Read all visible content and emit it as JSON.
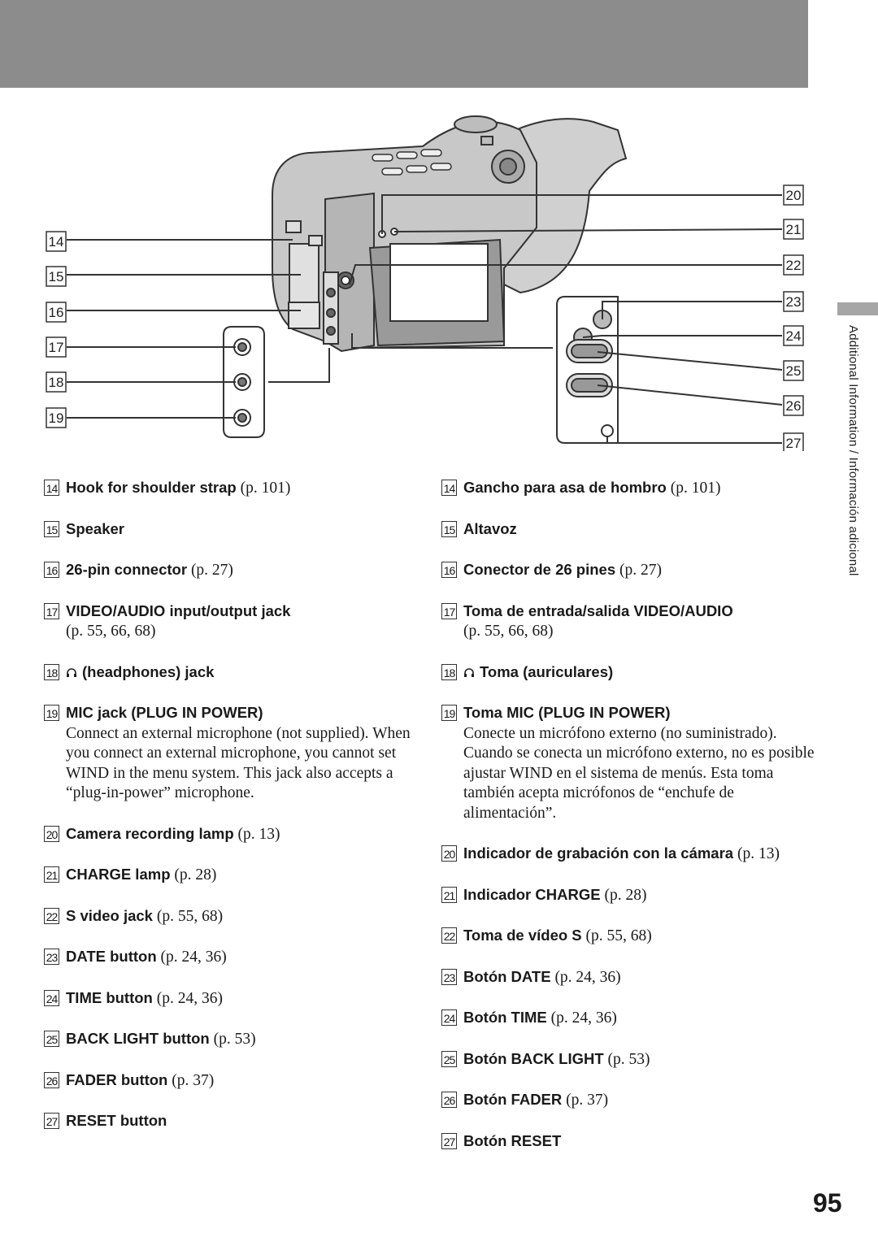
{
  "page": {
    "number": "95",
    "side_section": "Additional Information / Información adicional"
  },
  "diagram": {
    "callouts_left": [
      "14",
      "15",
      "16",
      "17",
      "18",
      "19"
    ],
    "callouts_right": [
      "20",
      "21",
      "22",
      "23",
      "24",
      "25",
      "26",
      "27"
    ]
  },
  "english": [
    {
      "num": "14",
      "head": "Hook for shoulder strap",
      "ref": " (p. 101)"
    },
    {
      "num": "15",
      "head": "Speaker",
      "ref": ""
    },
    {
      "num": "16",
      "head": "26-pin connector",
      "ref": " (p. 27)"
    },
    {
      "num": "17",
      "head": "VIDEO/AUDIO input/output jack",
      "desc": "(p. 55, 66, 68)"
    },
    {
      "num": "18",
      "icon": "headphones-icon",
      "head": "(headphones) jack",
      "ref": ""
    },
    {
      "num": "19",
      "head": "MIC jack (PLUG IN POWER)",
      "desc": "Connect an external microphone (not supplied). When you connect an external microphone, you cannot set WIND in the menu system. This jack also accepts a “plug-in-power” microphone."
    },
    {
      "num": "20",
      "head": "Camera recording lamp",
      "ref": " (p. 13)"
    },
    {
      "num": "21",
      "head": "CHARGE lamp",
      "ref": " (p. 28)"
    },
    {
      "num": "22",
      "head": "S video jack",
      "ref": " (p. 55, 68)"
    },
    {
      "num": "23",
      "head": "DATE button",
      "ref": " (p. 24, 36)"
    },
    {
      "num": "24",
      "head": "TIME button",
      "ref": " (p. 24, 36)"
    },
    {
      "num": "25",
      "head": "BACK LIGHT button",
      "ref": " (p. 53)"
    },
    {
      "num": "26",
      "head": "FADER button",
      "ref": " (p. 37)"
    },
    {
      "num": "27",
      "head": "RESET button",
      "ref": ""
    }
  ],
  "spanish": [
    {
      "num": "14",
      "head": "Gancho para asa de hombro",
      "ref": " (p. 101)"
    },
    {
      "num": "15",
      "head": "Altavoz",
      "ref": ""
    },
    {
      "num": "16",
      "head": "Conector de 26 pines",
      "ref": " (p. 27)"
    },
    {
      "num": "17",
      "head": "Toma de entrada/salida VIDEO/AUDIO",
      "desc": "(p. 55, 66, 68)"
    },
    {
      "num": "18",
      "icon": "headphones-icon",
      "head": "Toma (auriculares)",
      "ref": ""
    },
    {
      "num": "19",
      "head": "Toma MIC (PLUG IN POWER)",
      "desc": "Conecte un micrófono externo (no suministrado). Cuando se conecta un micrófono externo, no es posible ajustar WIND en el sistema de menús. Esta toma también acepta micrófonos de “enchufe de alimentación”."
    },
    {
      "num": "20",
      "head": "Indicador de grabación con la cámara",
      "ref": " (p. 13)"
    },
    {
      "num": "21",
      "head": "Indicador CHARGE",
      "ref": " (p. 28)"
    },
    {
      "num": "22",
      "head": "Toma de vídeo S",
      "ref": " (p. 55, 68)"
    },
    {
      "num": "23",
      "head": "Botón DATE",
      "ref": " (p. 24, 36)"
    },
    {
      "num": "24",
      "head": "Botón TIME",
      "ref": " (p. 24, 36)"
    },
    {
      "num": "25",
      "head": "Botón BACK LIGHT",
      "ref": " (p. 53)"
    },
    {
      "num": "26",
      "head": "Botón FADER",
      "ref": " (p. 37)"
    },
    {
      "num": "27",
      "head": "Botón RESET",
      "ref": ""
    }
  ]
}
